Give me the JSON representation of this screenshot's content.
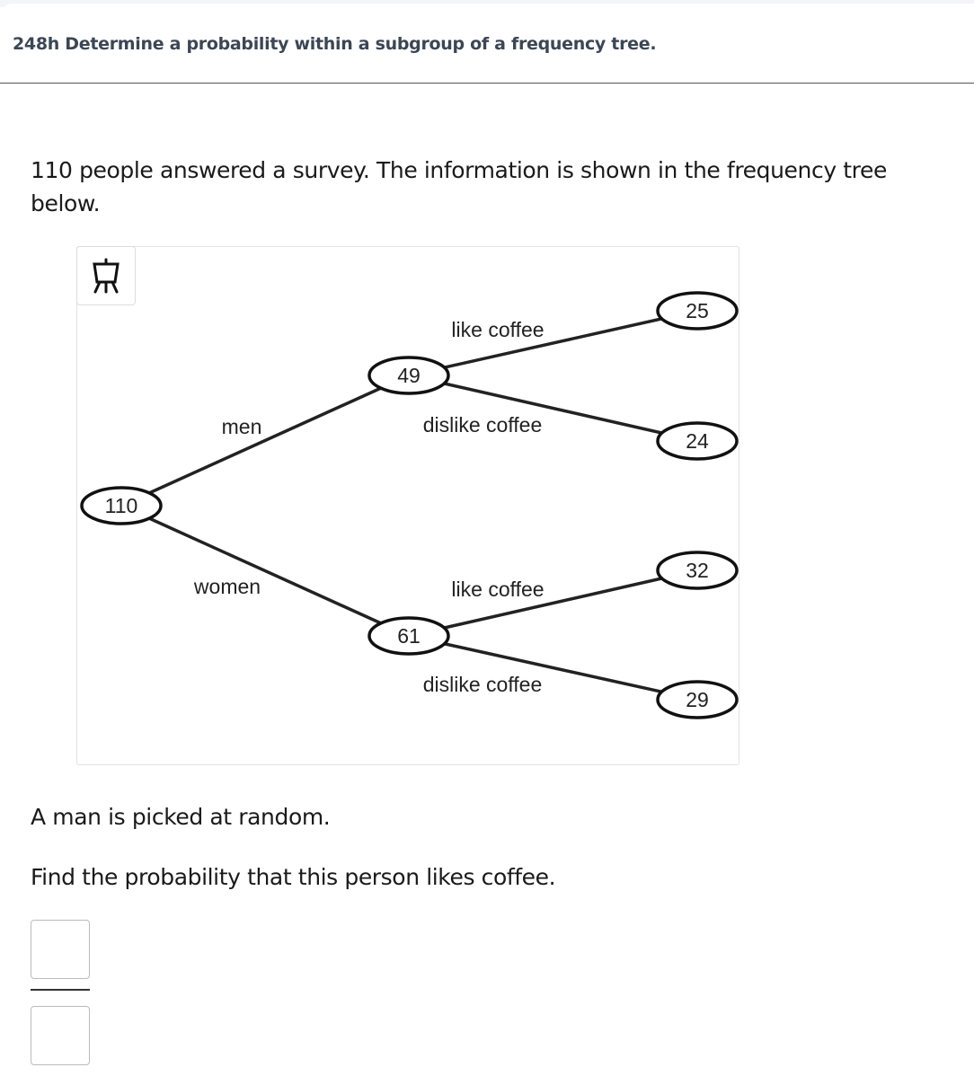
{
  "header": {
    "title": "248h Determine a probability within a subgroup of a frequency tree."
  },
  "question": {
    "intro": "110 people answered a survey. The information is shown in the frequency tree below.",
    "line1": "A man is picked at random.",
    "line2": "Find the probability that this person likes coffee."
  },
  "tree": {
    "root": "110",
    "branches": {
      "men": "men",
      "women": "women"
    },
    "men_total": "49",
    "women_total": "61",
    "men_like_label": "like coffee",
    "men_dislike_label": "dislike coffee",
    "women_like_label": "like coffee",
    "women_dislike_label": "dislike coffee",
    "men_like": "25",
    "men_dislike": "24",
    "women_like": "32",
    "women_dislike": "29"
  },
  "icons": {
    "whiteboard": "easel-icon"
  },
  "answer": {
    "numerator": "",
    "denominator": ""
  }
}
